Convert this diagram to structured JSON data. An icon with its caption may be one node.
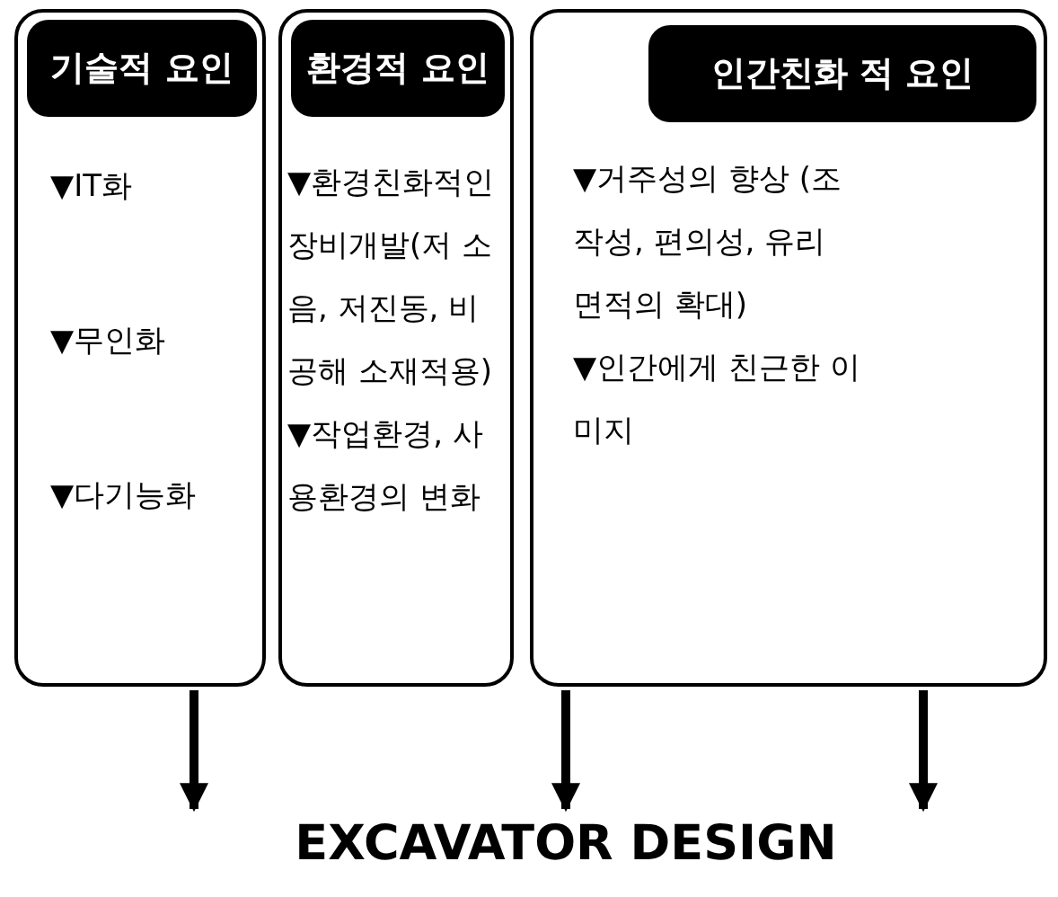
{
  "diagram": {
    "nodes": [
      {
        "text": [
          "▼IT화",
          "▼무인화",
          "▼다기능화"
        ]
      },
      {
        "text": [
          "기술적 요인"
        ],
        "in": 0
      },
      {
        "text": [
          "▼환경친화적인 장비개발(저 소음, 저진동, 비 공해 소재적용)",
          "▼작업환경, 사용환경의 변화"
        ]
      },
      {
        "text": [
          "환경적 요인"
        ],
        "in": 2
      },
      {
        "text": [
          "▼거주성의 향상 (조작성, 편의성, 유리 면적의 확대)",
          "▼인간에게 친근한 이미지"
        ]
      },
      {
        "text": [
          "인간친화 적 요인"
        ],
        "in": 4
      },
      {
        "text": [
          "EXCAVATOR DESIGN"
        ]
      }
    ],
    "edges": [
      {
        "from": 0,
        "to": 6,
        "arrow": "to"
      },
      {
        "from": 2,
        "to": 6,
        "arrow": "to"
      },
      {
        "from": 4,
        "to": 6,
        "arrow": "to"
      }
    ]
  }
}
